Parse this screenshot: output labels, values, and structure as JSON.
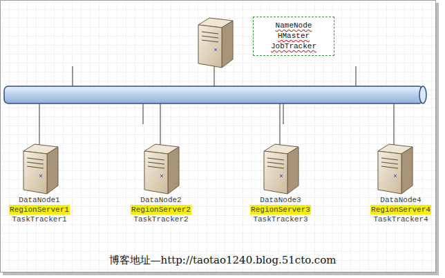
{
  "diagram": {
    "nodes": [
      {
        "text": [
          "NameNode",
          "HMaster",
          "JobTracker"
        ]
      },
      {
        "text": [
          "DataNode1",
          "RegionServer1",
          "TaskTracker1"
        ]
      },
      {
        "text": [
          "DataNode2",
          "RegionServer2",
          "TaskTracker2"
        ]
      },
      {
        "text": [
          "DataNode3",
          "RegionServer3",
          "TaskTracker3"
        ]
      },
      {
        "text": [
          "DataNode4",
          "RegionServer4",
          "TaskTracker4"
        ]
      }
    ],
    "labels": [
      "博客地址—http://taotao1240.blog.51cto.com"
    ]
  }
}
